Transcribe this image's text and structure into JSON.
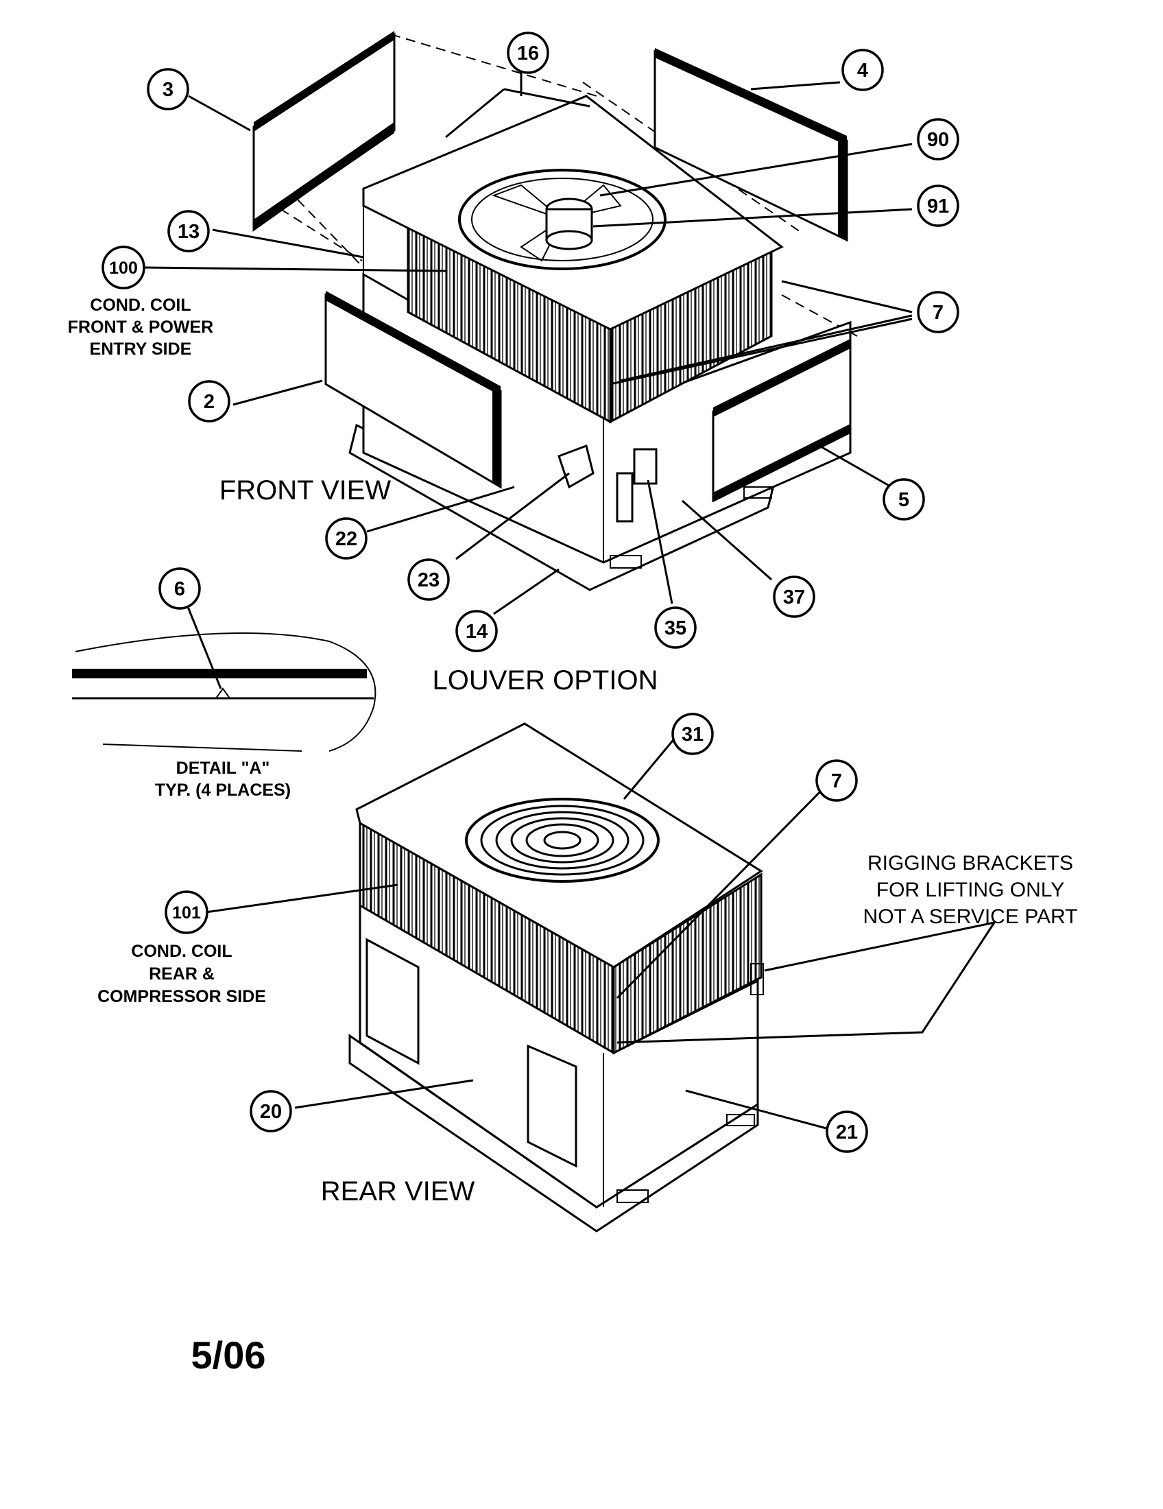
{
  "callouts": [
    {
      "id": "c3",
      "label": "3"
    },
    {
      "id": "c16",
      "label": "16"
    },
    {
      "id": "c4",
      "label": "4"
    },
    {
      "id": "c90",
      "label": "90"
    },
    {
      "id": "c91",
      "label": "91"
    },
    {
      "id": "c13",
      "label": "13"
    },
    {
      "id": "c100",
      "label": "100"
    },
    {
      "id": "c7a",
      "label": "7"
    },
    {
      "id": "c2",
      "label": "2"
    },
    {
      "id": "c5",
      "label": "5"
    },
    {
      "id": "c22",
      "label": "22"
    },
    {
      "id": "c23",
      "label": "23"
    },
    {
      "id": "c14",
      "label": "14"
    },
    {
      "id": "c35",
      "label": "35"
    },
    {
      "id": "c37",
      "label": "37"
    },
    {
      "id": "c6",
      "label": "6"
    },
    {
      "id": "c31",
      "label": "31"
    },
    {
      "id": "c7b",
      "label": "7"
    },
    {
      "id": "c101",
      "label": "101"
    },
    {
      "id": "c20",
      "label": "20"
    },
    {
      "id": "c21",
      "label": "21"
    }
  ],
  "labels": {
    "cond_coil_front": [
      "COND. COIL",
      "FRONT & POWER",
      "ENTRY SIDE"
    ],
    "front_view": "FRONT VIEW",
    "louver_option": "LOUVER OPTION",
    "detail_a": [
      "DETAIL \"A\"",
      "TYP. (4 PLACES)"
    ],
    "rigging": [
      "RIGGING BRACKETS",
      "FOR LIFTING ONLY",
      "NOT A SERVICE PART"
    ],
    "cond_coil_rear": [
      "COND. COIL",
      "REAR &",
      "COMPRESSOR SIDE"
    ],
    "rear_view": "REAR VIEW",
    "date": "5/06"
  }
}
